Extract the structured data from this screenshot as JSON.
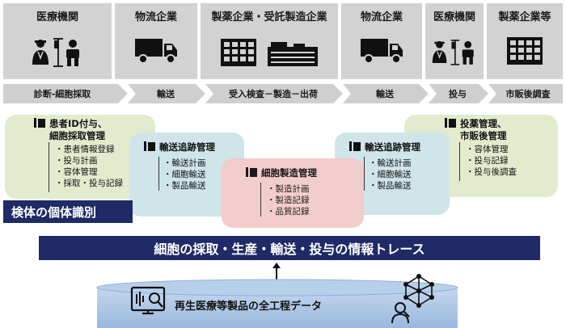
{
  "stakeholders": [
    {
      "title": "医療機関",
      "icon": "doctor-patient-icon"
    },
    {
      "title": "物流企業",
      "icon": "truck-icon"
    },
    {
      "title": "製薬企業・受託製造企業",
      "icon": "factory-icon"
    },
    {
      "title": "物流企業",
      "icon": "truck-icon"
    },
    {
      "title": "医療機関",
      "icon": "doctor-patient-icon"
    },
    {
      "title": "製薬企業等",
      "icon": "building-icon"
    }
  ],
  "process_steps": [
    "診断-細胞採取",
    "輸送",
    "受入検査－製造－出荷",
    "輸送",
    "投与",
    "市販後調査"
  ],
  "boxes": {
    "patient": {
      "title_lines": [
        "患者ID付与、",
        "細胞採取管理"
      ],
      "items": [
        "患者情報登録",
        "投与計画",
        "容体管理",
        "採取・投与記録"
      ]
    },
    "transport1": {
      "title": "輸送追跡管理",
      "items": [
        "輸送計画",
        "細胞輸送",
        "製品輸送"
      ]
    },
    "manufacturing": {
      "title": "細胞製造管理",
      "items": [
        "製造計画",
        "製造記録",
        "品質記録"
      ]
    },
    "transport2": {
      "title": "輸送追跡管理",
      "items": [
        "輸送計画",
        "細胞輸送",
        "製品輸送"
      ]
    },
    "postmarket": {
      "title_lines": [
        "投薬管理、",
        "市販後管理"
      ],
      "items": [
        "容体管理",
        "投与記録",
        "投与後調査"
      ]
    }
  },
  "specimen_label": "検体の個体識別",
  "trace_banner": "細胞の採取・生産・輸送・投与の情報トレース",
  "database_label": "再生医療等製品の全工程データ",
  "colors": {
    "header_gray": "#d2d2d2",
    "step_gray": "#cfcfcf",
    "green_box": "#e3ebcf",
    "blue_box": "#cfe5ea",
    "pink_box": "#f3cccb",
    "navy": "#1f2a66",
    "db_blue": "#a9c4e4"
  }
}
